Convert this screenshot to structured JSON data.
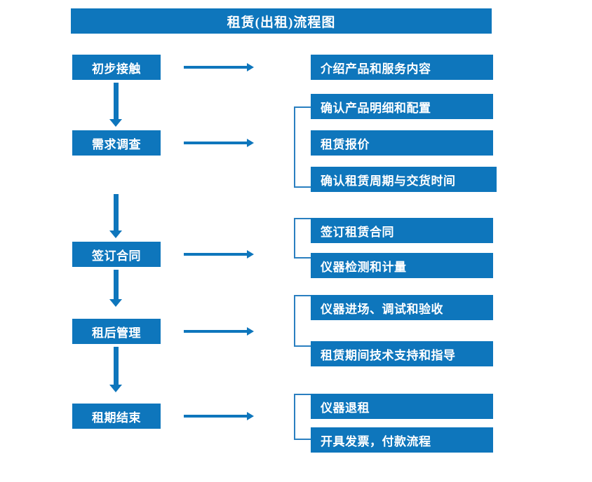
{
  "chart": {
    "type": "flowchart",
    "title": "租赁(出租)流程图",
    "accent_color": "#0e76bc",
    "bracket_color": "#2a7fc0",
    "text_color": "#ffffff",
    "background_color": "#ffffff",
    "orientation": "vertical-stages-with-right-details"
  },
  "stages": [
    {
      "label": "初步接触",
      "details": [
        "介绍产品和服务内容"
      ]
    },
    {
      "label": "需求调查",
      "details": [
        "确认产品明细和配置",
        "租赁报价",
        "确认租赁周期与交货时间"
      ]
    },
    {
      "label": "签订合同",
      "details": [
        "签订租赁合同",
        "仪器检测和计量"
      ]
    },
    {
      "label": "租后管理",
      "details": [
        "仪器进场、调试和验收",
        "租赁期间技术支持和指导"
      ]
    },
    {
      "label": "租期结束",
      "details": [
        "仪器退租",
        "开具发票，付款流程"
      ]
    }
  ],
  "detail_boxes": [
    {
      "text": "介绍产品和服务内容",
      "stage": 0
    },
    {
      "text": "确认产品明细和配置",
      "stage": 1
    },
    {
      "text": "租赁报价",
      "stage": 1
    },
    {
      "text": "确认租赁周期与交货时间",
      "stage": 1
    },
    {
      "text": "签订租赁合同",
      "stage": 2
    },
    {
      "text": "仪器检测和计量",
      "stage": 2
    },
    {
      "text": "仪器进场、调试和验收",
      "stage": 3
    },
    {
      "text": "租赁期间技术支持和指导",
      "stage": 3
    },
    {
      "text": "仪器退租",
      "stage": 4
    },
    {
      "text": "开具发票，付款流程",
      "stage": 4
    }
  ],
  "connectors": {
    "vertical_arrow_count": 4,
    "horizontal_arrow_count": 5,
    "bracket_count": 4
  }
}
